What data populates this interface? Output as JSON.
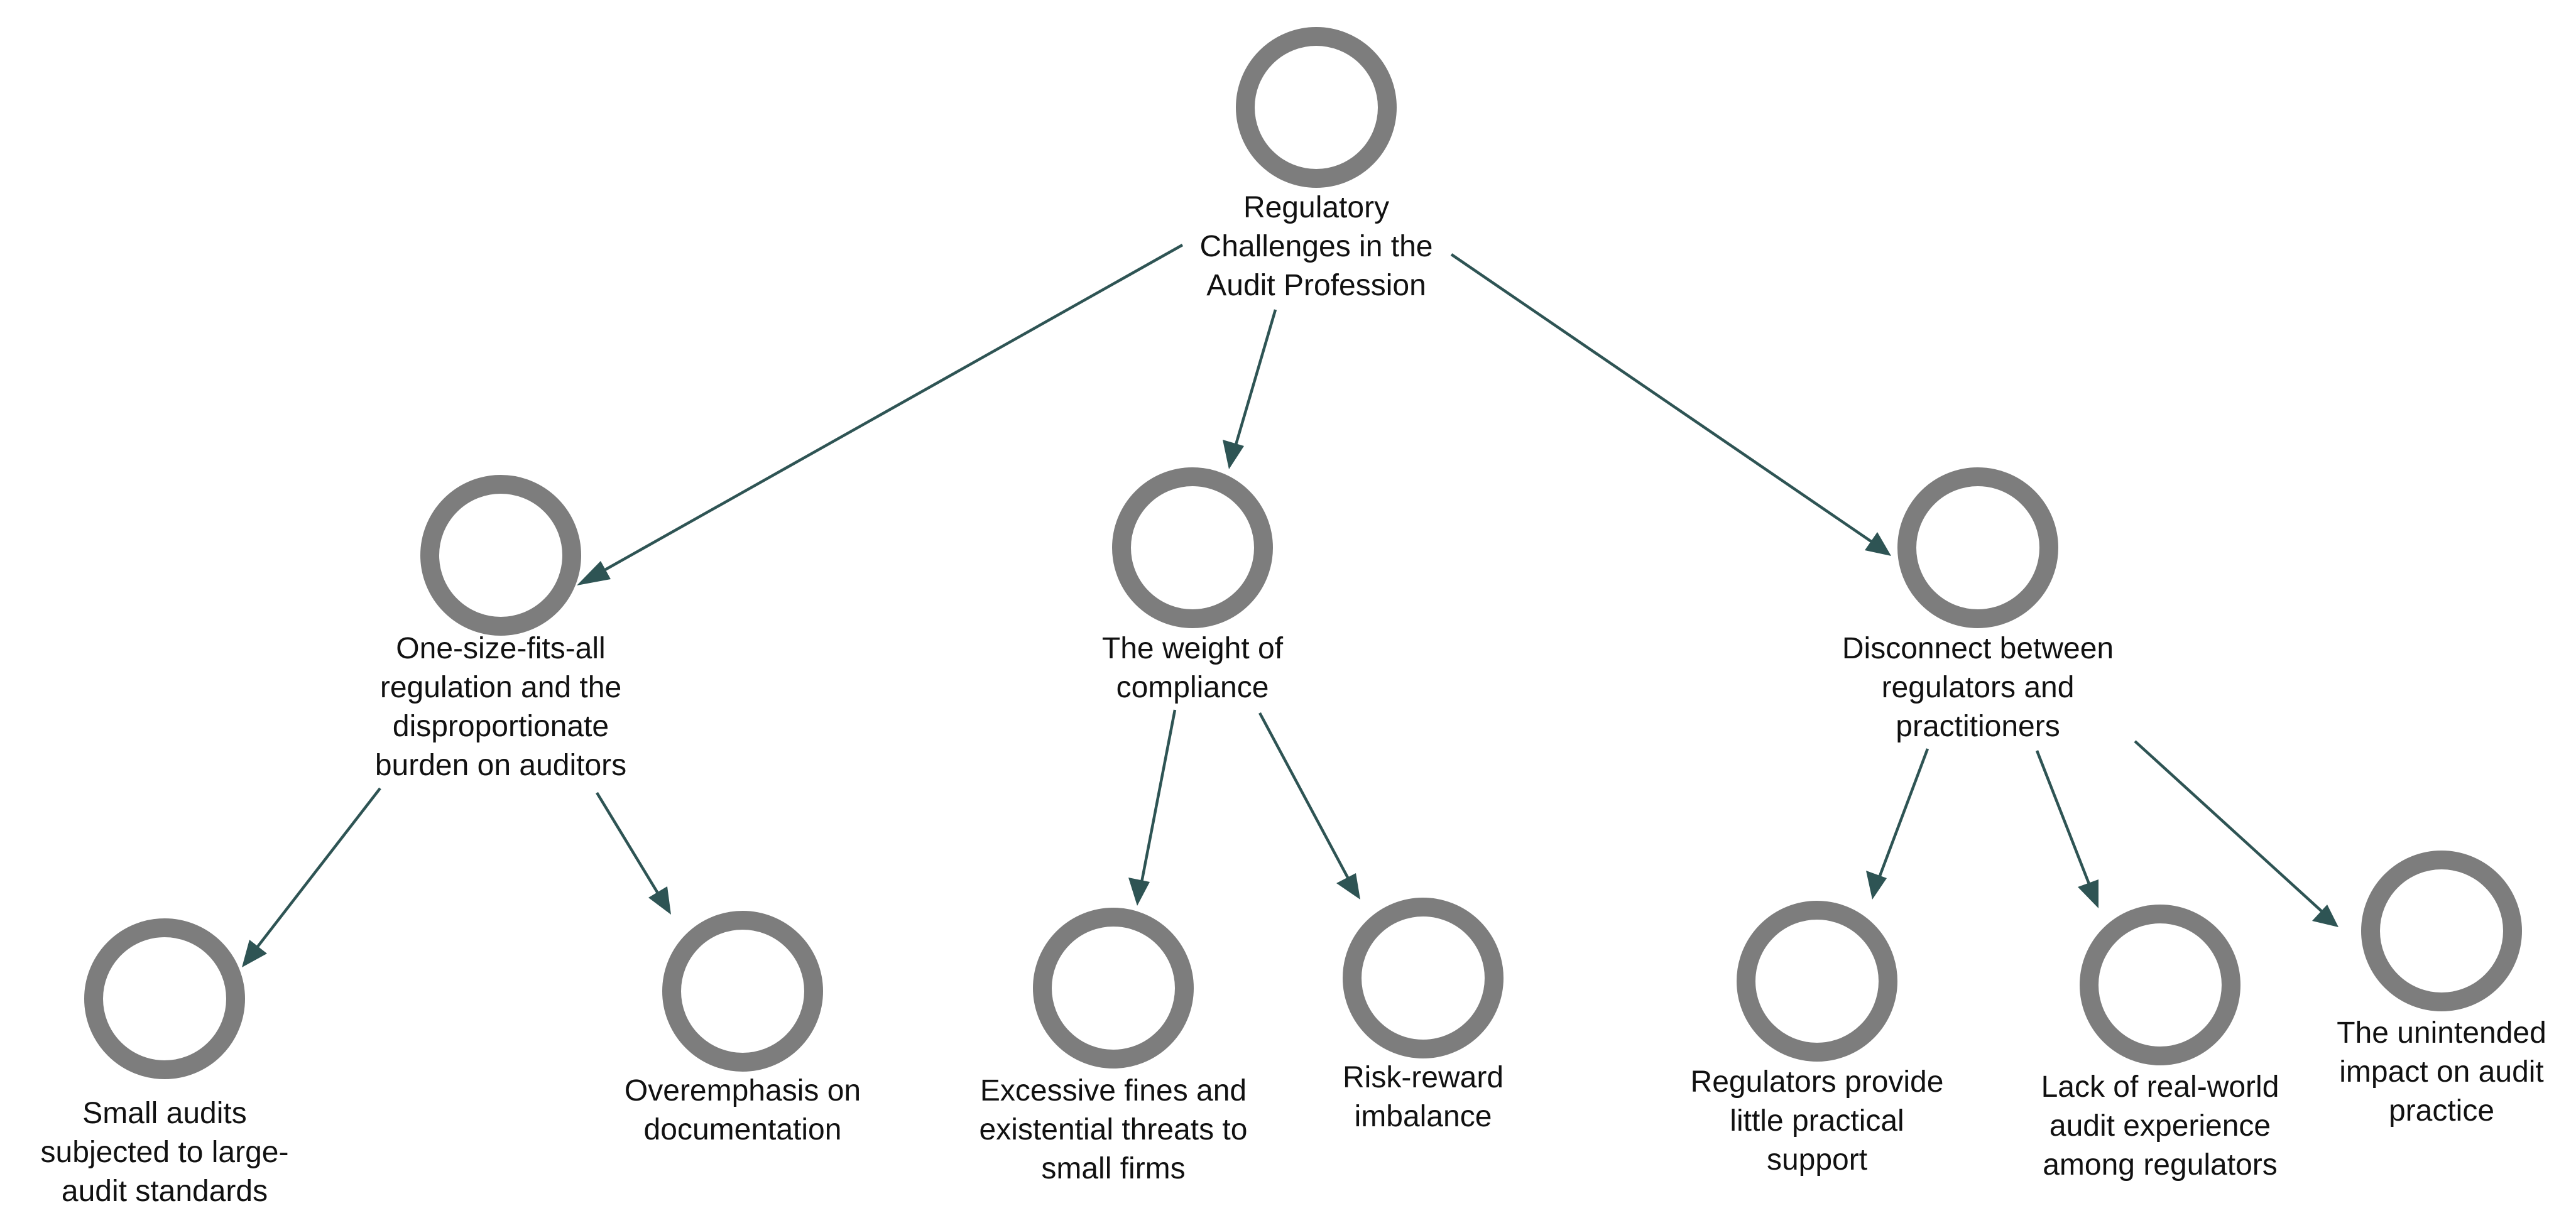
{
  "root": {
    "label_lines": [
      "Regulatory",
      "Challenges in the",
      "Audit Profession"
    ]
  },
  "branches": [
    {
      "label_lines": [
        "One-size-fits-all",
        "regulation and the",
        "disproportionate",
        "burden on auditors"
      ],
      "children": [
        {
          "label_lines": [
            "Small audits",
            "subjected to large-",
            "audit standards"
          ]
        },
        {
          "label_lines": [
            "Overemphasis on",
            "documentation"
          ]
        }
      ]
    },
    {
      "label_lines": [
        "The weight of",
        "compliance"
      ],
      "children": [
        {
          "label_lines": [
            "Excessive fines and",
            "existential threats to",
            "small firms"
          ]
        },
        {
          "label_lines": [
            "Risk-reward",
            "imbalance"
          ]
        }
      ]
    },
    {
      "label_lines": [
        "Disconnect between",
        "regulators and",
        "practitioners"
      ],
      "children": [
        {
          "label_lines": [
            "Regulators provide",
            "little practical",
            "support"
          ]
        },
        {
          "label_lines": [
            "Lack of real-world",
            "audit experience",
            "among regulators"
          ]
        },
        {
          "label_lines": [
            "The unintended",
            "impact on audit",
            "practice"
          ]
        }
      ]
    }
  ],
  "colors": {
    "ring": "#7d7d7d",
    "edge": "#2e5454",
    "text": "#111111"
  }
}
